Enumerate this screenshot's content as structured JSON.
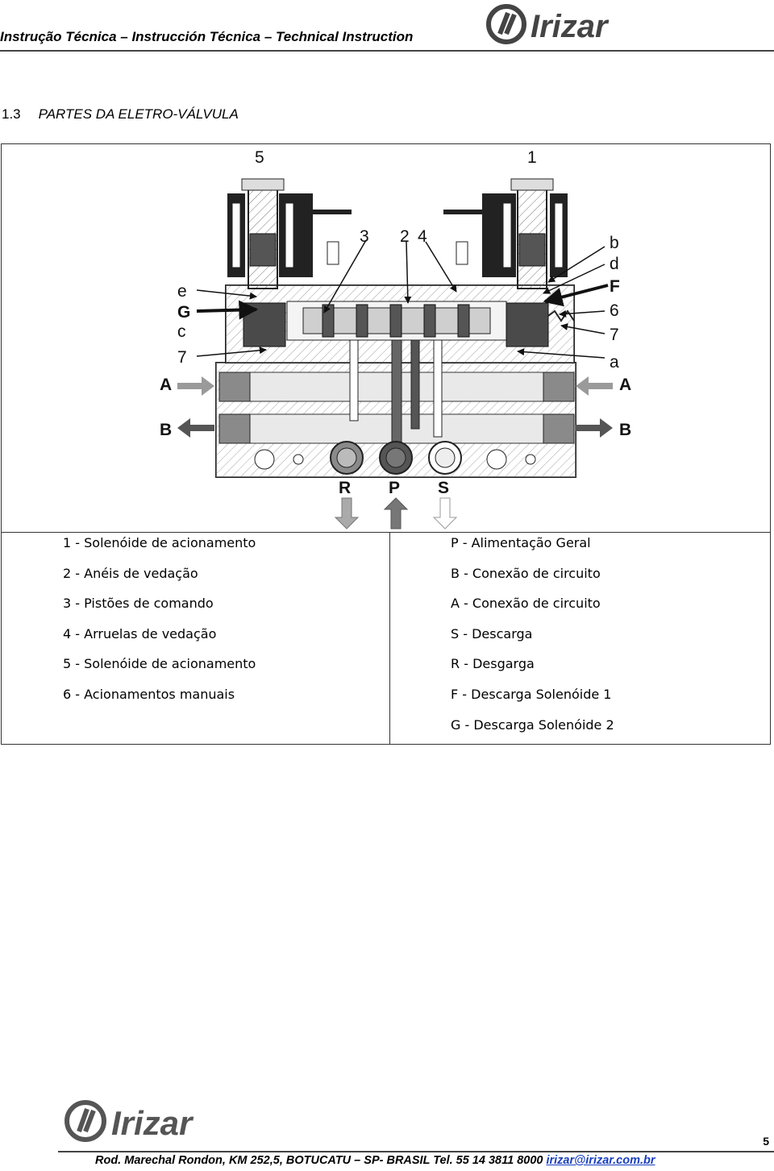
{
  "header": {
    "title": "Instrução Técnica – Instrucción Técnica – Technical Instruction",
    "brand": "Irizar"
  },
  "section": {
    "number": "1.3",
    "title": "PARTES DA ELETRO-VÁLVULA"
  },
  "diagram": {
    "callouts": {
      "n5": "5",
      "n1": "1",
      "n3": "3",
      "n2": "2",
      "n4": "4",
      "b": "b",
      "d": "d",
      "F": "F",
      "n6": "6",
      "n7r": "7",
      "a": "a",
      "e": "e",
      "G": "G",
      "c": "c",
      "n7l": "7",
      "A_left": "A",
      "A_right": "A",
      "B_left": "B",
      "B_right": "B",
      "R": "R",
      "P": "P",
      "S": "S"
    }
  },
  "legend": {
    "left": [
      "1 - Solenóide de acionamento",
      "2 - Anéis de vedação",
      "3 - Pistões de comando",
      "4 - Arruelas de vedação",
      "5 - Solenóide de acionamento",
      "6 - Acionamentos manuais"
    ],
    "right": [
      "P - Alimentação Geral",
      "B - Conexão de circuito",
      "A - Conexão de circuito",
      "S - Descarga",
      "R - Desgarga",
      "F - Descarga Solenóide 1",
      "G - Descarga Solenóide 2"
    ]
  },
  "footer": {
    "brand": "Irizar",
    "address": "Rod. Marechal Rondon, KM 252,5, BOTUCATU – SP- BRASIL Tel. 55 14  3811 8000 ",
    "email": "irizar@irizar.com.br",
    "page_number": "5"
  }
}
